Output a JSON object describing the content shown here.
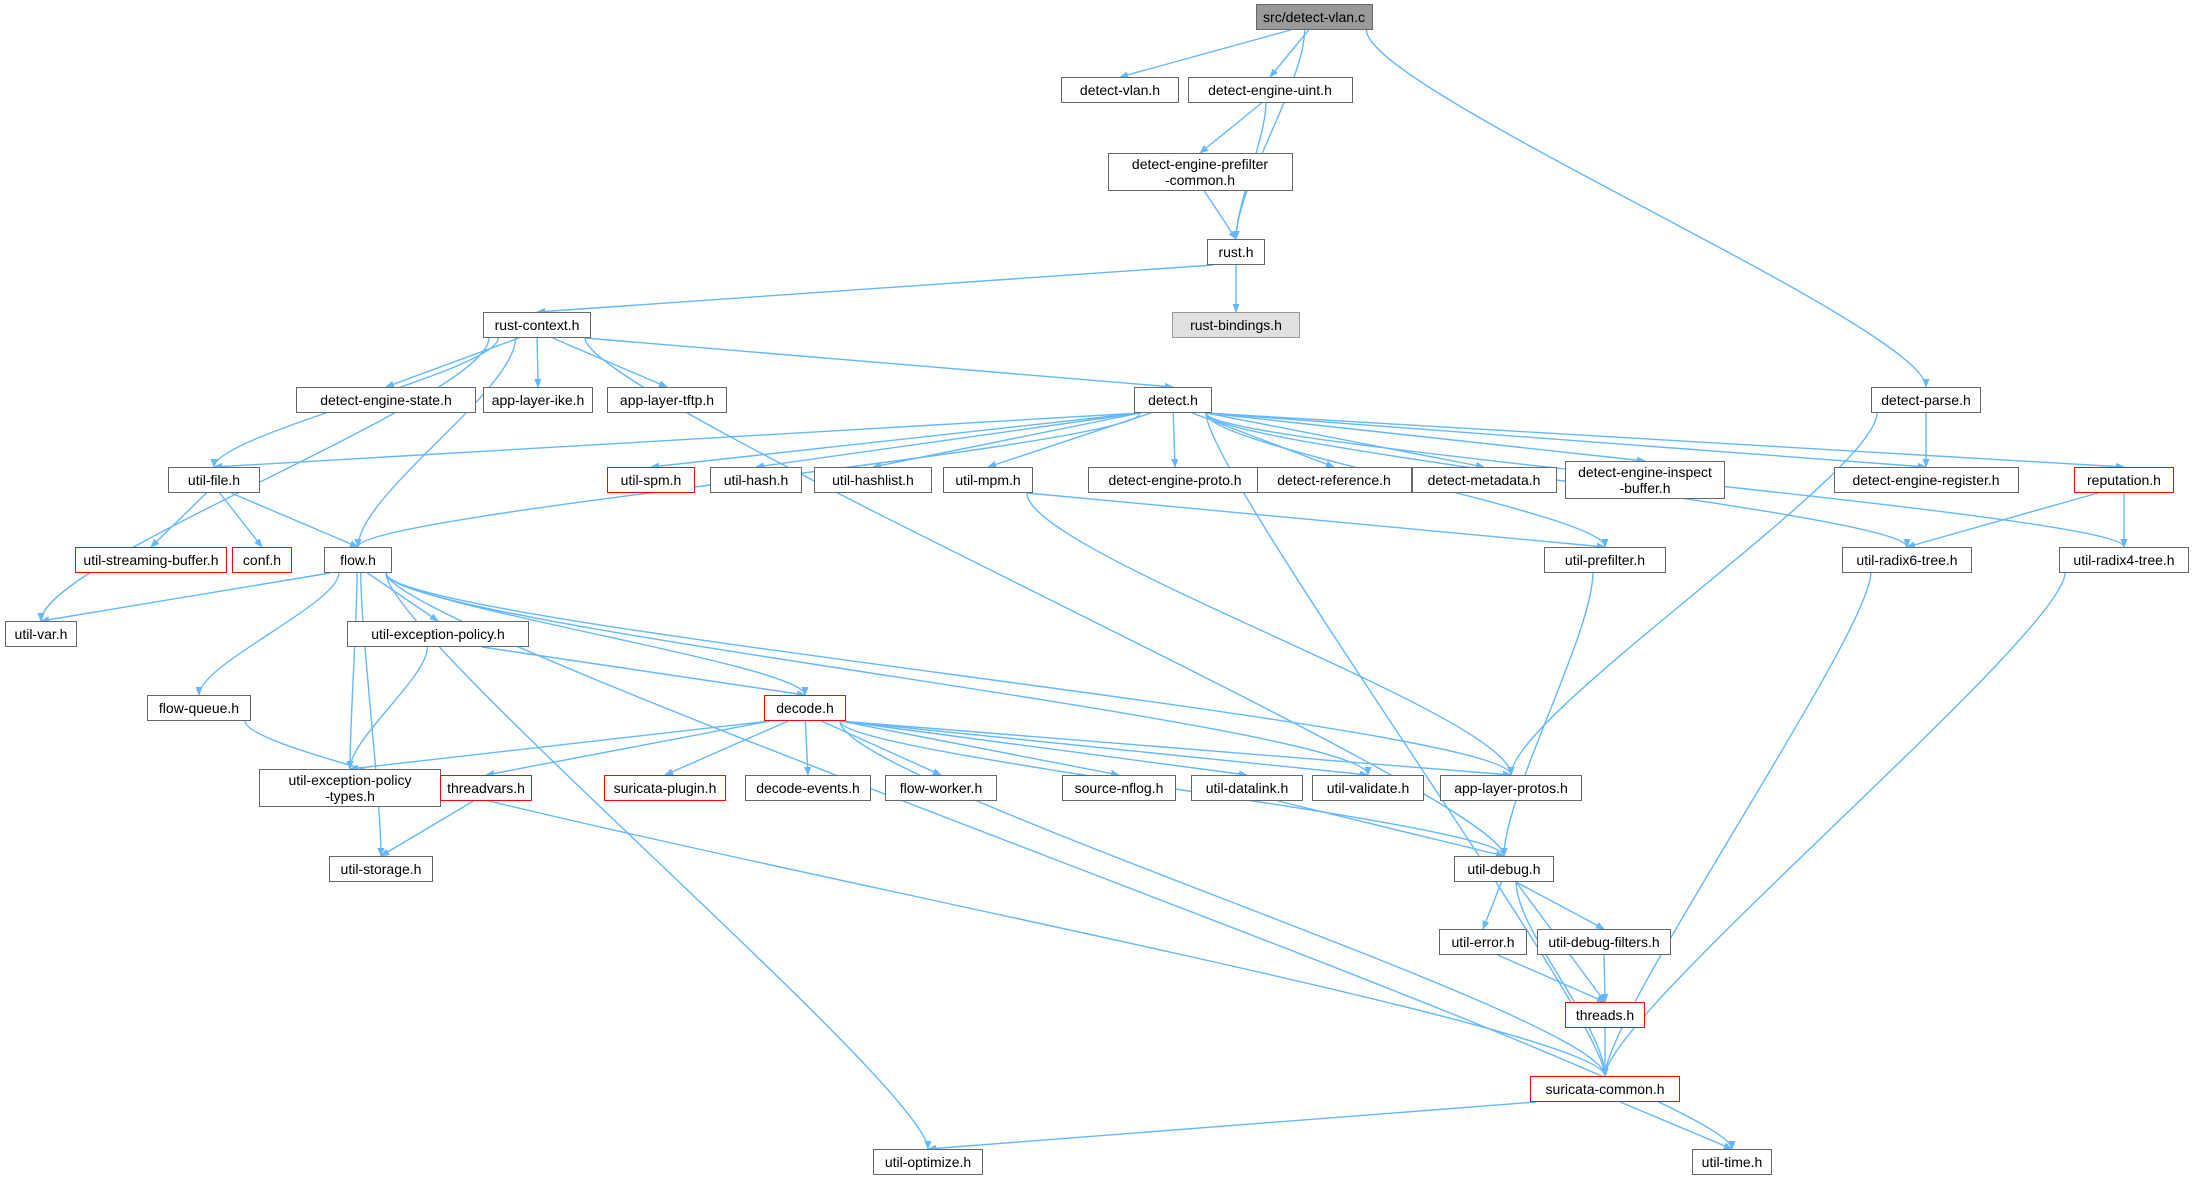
{
  "diagram": {
    "colors": {
      "edge": "#63b8ff",
      "border": "#666666",
      "red_border": "#ff0000",
      "root_fill": "#999999",
      "ext_fill": "#e0e0e0"
    },
    "nodes": [
      {
        "id": "root",
        "label": "src/detect-vlan.c",
        "style": "root"
      },
      {
        "id": "detect_vlan_h",
        "label": "detect-vlan.h",
        "style": "normal"
      },
      {
        "id": "engine_uint",
        "label": "detect-engine-uint.h",
        "style": "normal"
      },
      {
        "id": "prefilter_common",
        "label": "detect-engine-prefilter\n-common.h",
        "style": "normal"
      },
      {
        "id": "rust",
        "label": "rust.h",
        "style": "normal"
      },
      {
        "id": "rust_bindings",
        "label": "rust-bindings.h",
        "style": "gray"
      },
      {
        "id": "rust_context",
        "label": "rust-context.h",
        "style": "normal"
      },
      {
        "id": "engine_state",
        "label": "detect-engine-state.h",
        "style": "normal"
      },
      {
        "id": "app_ike",
        "label": "app-layer-ike.h",
        "style": "normal"
      },
      {
        "id": "app_tftp",
        "label": "app-layer-tftp.h",
        "style": "normal"
      },
      {
        "id": "detect",
        "label": "detect.h",
        "style": "normal"
      },
      {
        "id": "detect_parse",
        "label": "detect-parse.h",
        "style": "normal"
      },
      {
        "id": "util_file",
        "label": "util-file.h",
        "style": "normal"
      },
      {
        "id": "util_spm",
        "label": "util-spm.h",
        "style": "red"
      },
      {
        "id": "util_hash",
        "label": "util-hash.h",
        "style": "normal"
      },
      {
        "id": "util_hashlist",
        "label": "util-hashlist.h",
        "style": "normal"
      },
      {
        "id": "util_mpm",
        "label": "util-mpm.h",
        "style": "normal"
      },
      {
        "id": "engine_proto",
        "label": "detect-engine-proto.h",
        "style": "normal"
      },
      {
        "id": "detect_reference",
        "label": "detect-reference.h",
        "style": "normal"
      },
      {
        "id": "detect_metadata",
        "label": "detect-metadata.h",
        "style": "normal"
      },
      {
        "id": "engine_inspect",
        "label": "detect-engine-inspect\n-buffer.h",
        "style": "normal"
      },
      {
        "id": "engine_register",
        "label": "detect-engine-register.h",
        "style": "normal"
      },
      {
        "id": "reputation",
        "label": "reputation.h",
        "style": "red"
      },
      {
        "id": "streaming_buffer",
        "label": "util-streaming-buffer.h",
        "style": "red"
      },
      {
        "id": "conf",
        "label": "conf.h",
        "style": "red"
      },
      {
        "id": "flow",
        "label": "flow.h",
        "style": "normal"
      },
      {
        "id": "util_prefilter",
        "label": "util-prefilter.h",
        "style": "normal"
      },
      {
        "id": "radix6",
        "label": "util-radix6-tree.h",
        "style": "normal"
      },
      {
        "id": "radix4",
        "label": "util-radix4-tree.h",
        "style": "normal"
      },
      {
        "id": "util_var",
        "label": "util-var.h",
        "style": "normal"
      },
      {
        "id": "exception_policy",
        "label": "util-exception-policy.h",
        "style": "normal"
      },
      {
        "id": "flow_queue",
        "label": "flow-queue.h",
        "style": "normal"
      },
      {
        "id": "decode",
        "label": "decode.h",
        "style": "red"
      },
      {
        "id": "exception_types",
        "label": "util-exception-policy\n-types.h",
        "style": "normal"
      },
      {
        "id": "threadvars",
        "label": "threadvars.h",
        "style": "red"
      },
      {
        "id": "suricata_plugin",
        "label": "suricata-plugin.h",
        "style": "red"
      },
      {
        "id": "decode_events",
        "label": "decode-events.h",
        "style": "normal"
      },
      {
        "id": "flow_worker",
        "label": "flow-worker.h",
        "style": "normal"
      },
      {
        "id": "source_nflog",
        "label": "source-nflog.h",
        "style": "normal"
      },
      {
        "id": "util_datalink",
        "label": "util-datalink.h",
        "style": "normal"
      },
      {
        "id": "util_validate",
        "label": "util-validate.h",
        "style": "normal"
      },
      {
        "id": "app_protos",
        "label": "app-layer-protos.h",
        "style": "normal"
      },
      {
        "id": "util_storage",
        "label": "util-storage.h",
        "style": "normal"
      },
      {
        "id": "util_debug",
        "label": "util-debug.h",
        "style": "normal"
      },
      {
        "id": "util_error",
        "label": "util-error.h",
        "style": "normal"
      },
      {
        "id": "debug_filters",
        "label": "util-debug-filters.h",
        "style": "normal"
      },
      {
        "id": "threads",
        "label": "threads.h",
        "style": "red"
      },
      {
        "id": "suricata_common",
        "label": "suricata-common.h",
        "style": "red"
      },
      {
        "id": "util_optimize",
        "label": "util-optimize.h",
        "style": "normal"
      },
      {
        "id": "util_time",
        "label": "util-time.h",
        "style": "normal"
      }
    ],
    "edges": [
      [
        "root",
        "detect_vlan_h"
      ],
      [
        "root",
        "engine_uint"
      ],
      [
        "root",
        "rust"
      ],
      [
        "root",
        "detect_parse"
      ],
      [
        "engine_uint",
        "prefilter_common"
      ],
      [
        "engine_uint",
        "rust"
      ],
      [
        "prefilter_common",
        "rust"
      ],
      [
        "rust",
        "rust_bindings"
      ],
      [
        "rust",
        "rust_context"
      ],
      [
        "rust_context",
        "engine_state"
      ],
      [
        "rust_context",
        "app_ike"
      ],
      [
        "rust_context",
        "app_tftp"
      ],
      [
        "rust_context",
        "detect"
      ],
      [
        "rust_context",
        "util_file"
      ],
      [
        "rust_context",
        "flow"
      ],
      [
        "rust_context",
        "util_var"
      ],
      [
        "rust_context",
        "util_debug"
      ],
      [
        "detect",
        "util_file"
      ],
      [
        "detect",
        "util_spm"
      ],
      [
        "detect",
        "util_hash"
      ],
      [
        "detect",
        "util_hashlist"
      ],
      [
        "detect",
        "util_mpm"
      ],
      [
        "detect",
        "engine_proto"
      ],
      [
        "detect",
        "detect_reference"
      ],
      [
        "detect",
        "detect_metadata"
      ],
      [
        "detect",
        "engine_inspect"
      ],
      [
        "detect",
        "engine_register"
      ],
      [
        "detect",
        "reputation"
      ],
      [
        "detect",
        "flow"
      ],
      [
        "detect",
        "util_prefilter"
      ],
      [
        "detect",
        "radix6"
      ],
      [
        "detect",
        "radix4"
      ],
      [
        "detect",
        "suricata_common"
      ],
      [
        "detect_parse",
        "engine_register"
      ],
      [
        "detect_parse",
        "app_protos"
      ],
      [
        "util_file",
        "streaming_buffer"
      ],
      [
        "util_file",
        "conf"
      ],
      [
        "util_file",
        "flow"
      ],
      [
        "util_mpm",
        "util_prefilter"
      ],
      [
        "util_mpm",
        "app_protos"
      ],
      [
        "reputation",
        "radix6"
      ],
      [
        "reputation",
        "radix4"
      ],
      [
        "flow",
        "util_var"
      ],
      [
        "flow",
        "exception_policy"
      ],
      [
        "flow",
        "flow_queue"
      ],
      [
        "flow",
        "decode"
      ],
      [
        "flow",
        "exception_types"
      ],
      [
        "flow",
        "util_storage"
      ],
      [
        "flow",
        "util_validate"
      ],
      [
        "flow",
        "app_protos"
      ],
      [
        "flow",
        "util_optimize"
      ],
      [
        "flow",
        "util_time"
      ],
      [
        "exception_policy",
        "decode"
      ],
      [
        "exception_policy",
        "exception_types"
      ],
      [
        "decode",
        "exception_types"
      ],
      [
        "decode",
        "threadvars"
      ],
      [
        "decode",
        "suricata_plugin"
      ],
      [
        "decode",
        "decode_events"
      ],
      [
        "decode",
        "flow_worker"
      ],
      [
        "decode",
        "source_nflog"
      ],
      [
        "decode",
        "util_datalink"
      ],
      [
        "decode",
        "util_validate"
      ],
      [
        "decode",
        "app_protos"
      ],
      [
        "decode",
        "util_debug"
      ],
      [
        "decode",
        "suricata_common"
      ],
      [
        "threadvars",
        "util_storage"
      ],
      [
        "util_datalink",
        "util_debug"
      ],
      [
        "util_prefilter",
        "util_debug"
      ],
      [
        "radix6",
        "suricata_common"
      ],
      [
        "radix4",
        "suricata_common"
      ],
      [
        "flow_queue",
        "suricata_common"
      ],
      [
        "util_debug",
        "util_error"
      ],
      [
        "util_debug",
        "debug_filters"
      ],
      [
        "util_debug",
        "threads"
      ],
      [
        "util_debug",
        "suricata_common"
      ],
      [
        "util_error",
        "threads"
      ],
      [
        "debug_filters",
        "threads"
      ],
      [
        "threads",
        "suricata_common"
      ],
      [
        "suricata_common",
        "util_optimize"
      ],
      [
        "suricata_common",
        "util_time"
      ]
    ]
  }
}
